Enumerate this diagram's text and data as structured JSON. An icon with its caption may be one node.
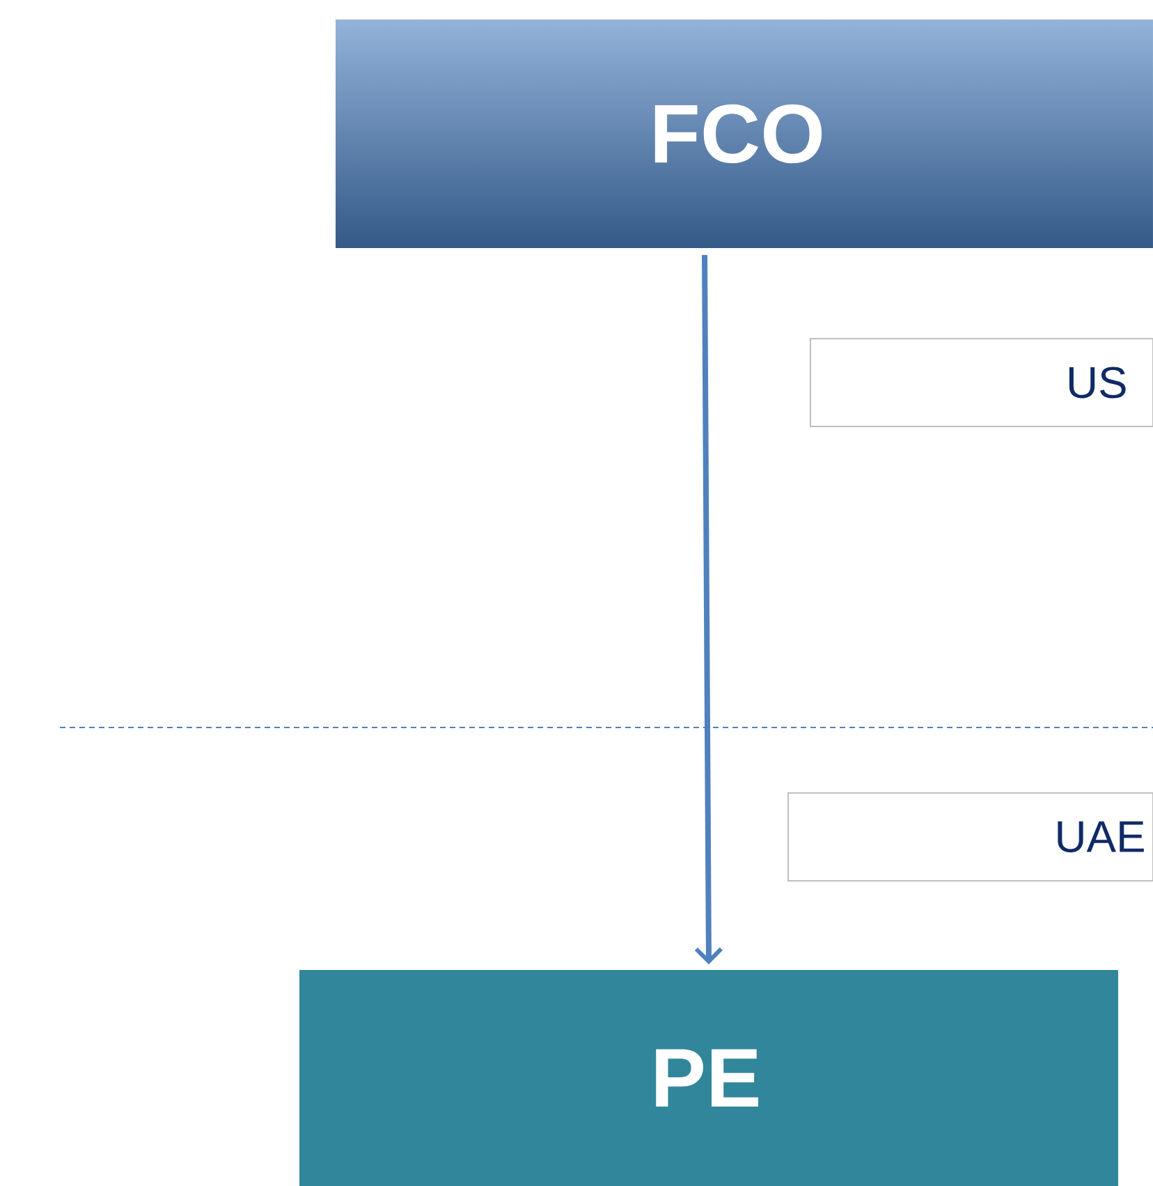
{
  "diagram": {
    "nodes": [
      {
        "text": [
          "FCO"
        ]
      },
      {
        "text": [
          "US"
        ]
      },
      {
        "text": [
          "UAE"
        ]
      },
      {
        "text": [
          "PE"
        ]
      }
    ],
    "edges": [
      {
        "from": 0,
        "to": 3,
        "arrow": "to"
      }
    ]
  }
}
